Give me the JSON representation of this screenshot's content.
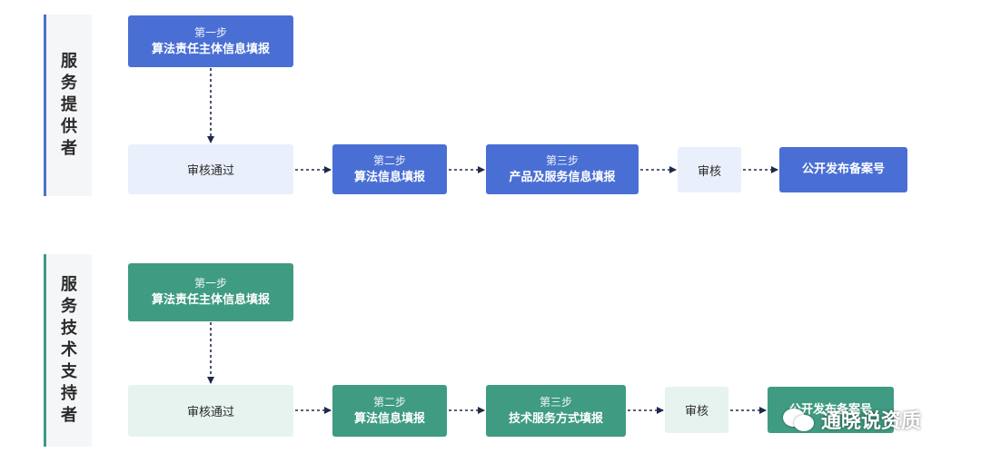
{
  "lanes": [
    {
      "label": [
        "服",
        "务",
        "提",
        "供",
        "者"
      ],
      "step1": {
        "line1": "第一步",
        "line2": "算法责任主体信息填报"
      },
      "approved": "审核通过",
      "step2": {
        "line1": "第二步",
        "line2": "算法信息填报"
      },
      "step3": {
        "line1": "第三步",
        "line2": "产品及服务信息填报"
      },
      "review": "审核",
      "publish": "公开发布备案号"
    },
    {
      "label": [
        "服",
        "务",
        "技",
        "术",
        "支",
        "持",
        "者"
      ],
      "step1": {
        "line1": "第一步",
        "line2": "算法责任主体信息填报"
      },
      "approved": "审核通过",
      "step2": {
        "line1": "第二步",
        "line2": "算法信息填报"
      },
      "step3": {
        "line1": "第三步",
        "line2": "技术服务方式填报"
      },
      "review": "审核",
      "publish": "公开发布备案号"
    }
  ],
  "watermark": {
    "text": "通晓说资质",
    "icon": "wechat-icon"
  },
  "colors": {
    "blue": "#4a6fd4",
    "blue_light": "#e9effb",
    "green": "#3f9b81",
    "green_light": "#e6f3ef",
    "arrow": "#1e2a4a"
  }
}
